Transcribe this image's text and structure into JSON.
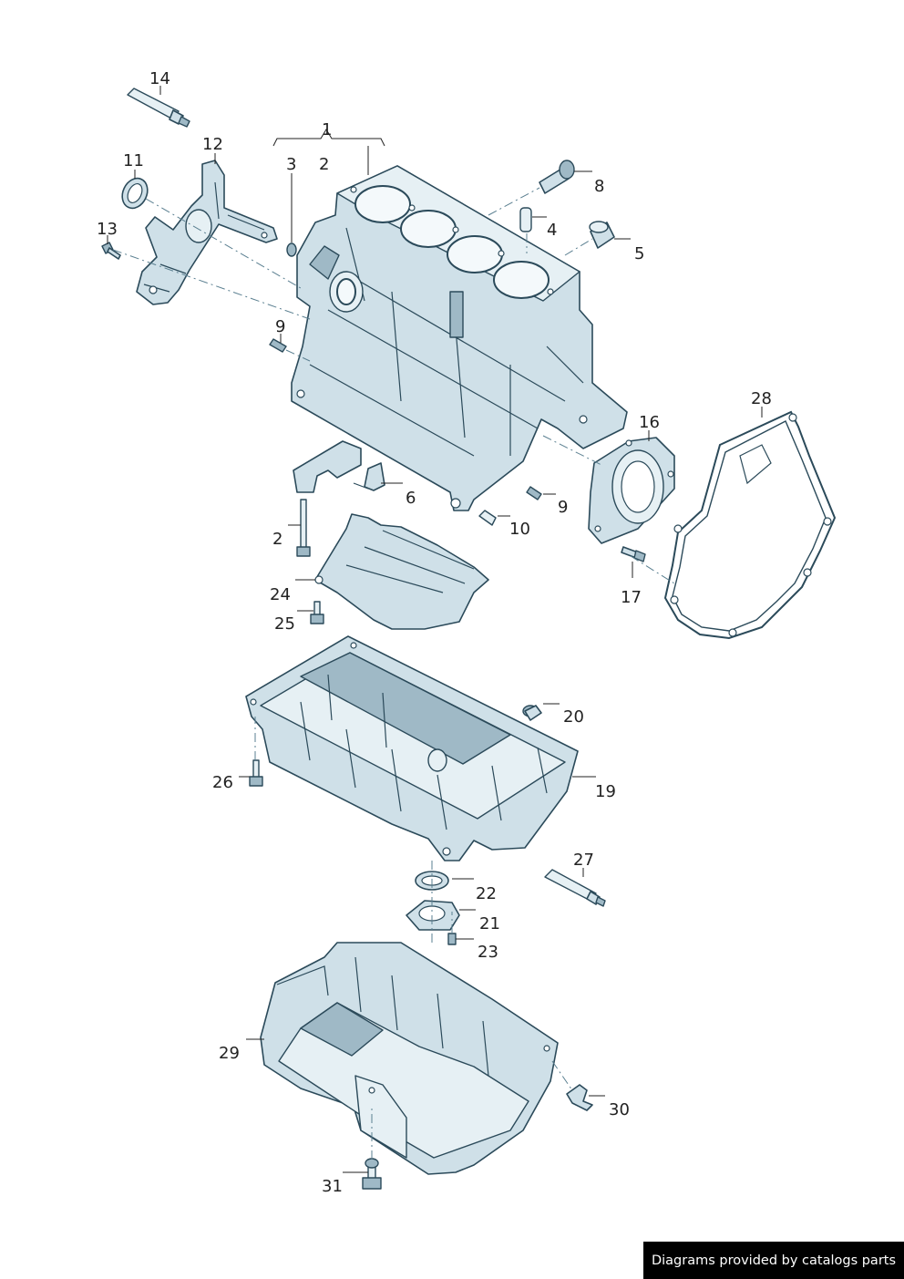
{
  "callouts": [
    "14",
    "1",
    "2",
    "12",
    "11",
    "3",
    "8",
    "4",
    "13",
    "5",
    "9",
    "28",
    "16",
    "6",
    "9",
    "2",
    "10",
    "24",
    "17",
    "25",
    "20",
    "26",
    "19",
    "27",
    "22",
    "21",
    "23",
    "29",
    "30",
    "31"
  ],
  "footer": {
    "credit": "Diagrams provided by catalogs parts"
  }
}
